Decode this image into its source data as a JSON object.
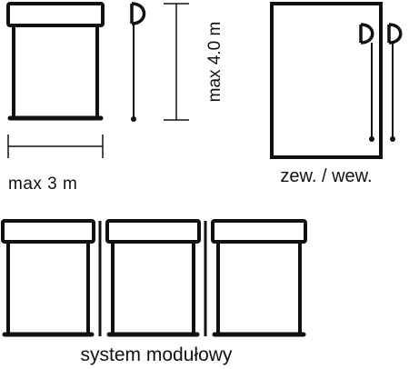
{
  "labels": {
    "width_limit": "max 3 m",
    "height_limit": "max 4.0 m",
    "mounting": "zew. / wew.",
    "modular": "system modułowy"
  },
  "colors": {
    "stroke": "#111111",
    "background": "#ffffff"
  }
}
